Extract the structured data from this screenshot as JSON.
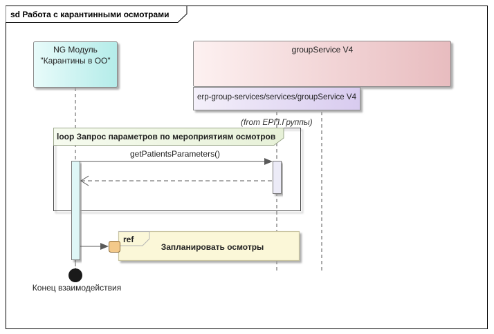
{
  "frame": {
    "label": "sd Работа с карантинными осмотрами"
  },
  "lifelines": [
    {
      "name_line1": "NG Модуль",
      "name_line2": "\"Карантины в ОО\""
    },
    {
      "name": "groupService V4",
      "path": "erp-group-services/services/groupService V4",
      "namespace": "(from ЕРП.Группы)"
    }
  ],
  "loop": {
    "keyword": "loop",
    "label": "Запрос параметров по мероприятиям осмотров"
  },
  "messages": [
    {
      "label": "getPatientsParameters()"
    }
  ],
  "ref": {
    "keyword": "ref",
    "label": "Запланировать осмотры"
  },
  "terminal": {
    "label": "Конец взаимодействия"
  },
  "colors": {
    "frame": "#000000",
    "ng_module_fill_start": "#e8fbfa",
    "ng_module_fill_end": "#b4ece9",
    "group_service_fill_start": "#fdf1f1",
    "group_service_fill_end": "#e8bcbf",
    "path_fill": "#e3d9f1",
    "activation_ng": "#dff7f7",
    "activation_group": "#ecebf7",
    "loop_header": "#eff7e4",
    "ref_fill": "#fbf7d8",
    "ref_gate": "#f3c98a"
  }
}
